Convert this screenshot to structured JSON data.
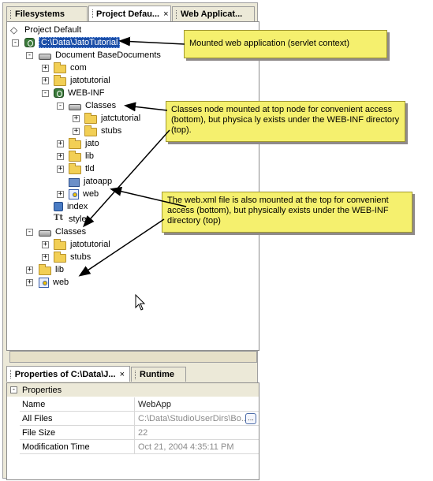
{
  "top_tabs": [
    {
      "label": "Filesystems",
      "active": false,
      "closable": false
    },
    {
      "label": "Project Defau...",
      "active": true,
      "closable": true
    },
    {
      "label": "Web Applicat...",
      "active": false,
      "closable": false
    }
  ],
  "close_glyph": "×",
  "tree": {
    "project": "Project Default",
    "root": "C:\\Data\\JatoTutorial",
    "docbase": "Document BaseDocuments",
    "com": "com",
    "jatotutorial": "jatotutorial",
    "webinf": "WEB-INF",
    "classes_inner": "Classes",
    "jatctutorial": "jatctutorial",
    "stubs_inner": "stubs",
    "jato": "jato",
    "lib_inner": "lib",
    "tld": "tld",
    "jatoapp": "jatoapp",
    "web_inner": "web",
    "index": "index",
    "style": "style",
    "classes_top": "Classes",
    "jatotutorial_top": "jatotutorial",
    "stubs_top": "stubs",
    "lib_top": "lib",
    "web_top": "web"
  },
  "bottom_tabs": [
    {
      "label": "Properties of C:\\Data\\J...",
      "active": true,
      "closable": true
    },
    {
      "label": "Runtime",
      "active": false,
      "closable": false
    }
  ],
  "properties": {
    "section": "Properties",
    "rows": [
      {
        "name": "Name",
        "value": "WebApp"
      },
      {
        "name": "All Files",
        "value": "C:\\Data\\StudioUserDirs\\Bo..."
      },
      {
        "name": "File Size",
        "value": "22"
      },
      {
        "name": "Modification Time",
        "value": "Oct 21, 2004 4:35:11 PM"
      }
    ],
    "ellipsis": "..."
  },
  "callouts": {
    "mounted": "Mounted web application (servlet context)",
    "classes": "Classes node mounted at top node for convenient access (bottom), but physica ly exists under the WEB-INF directory (top).",
    "webxml": "The web.xml file is also mounted at the top for convenient access (bottom), but physically exists under the WEB-INF directory (top)"
  },
  "colors": {
    "callout_bg": "#f5f06e",
    "selection": "#1c4fa8",
    "folder": "#f2cf55"
  }
}
